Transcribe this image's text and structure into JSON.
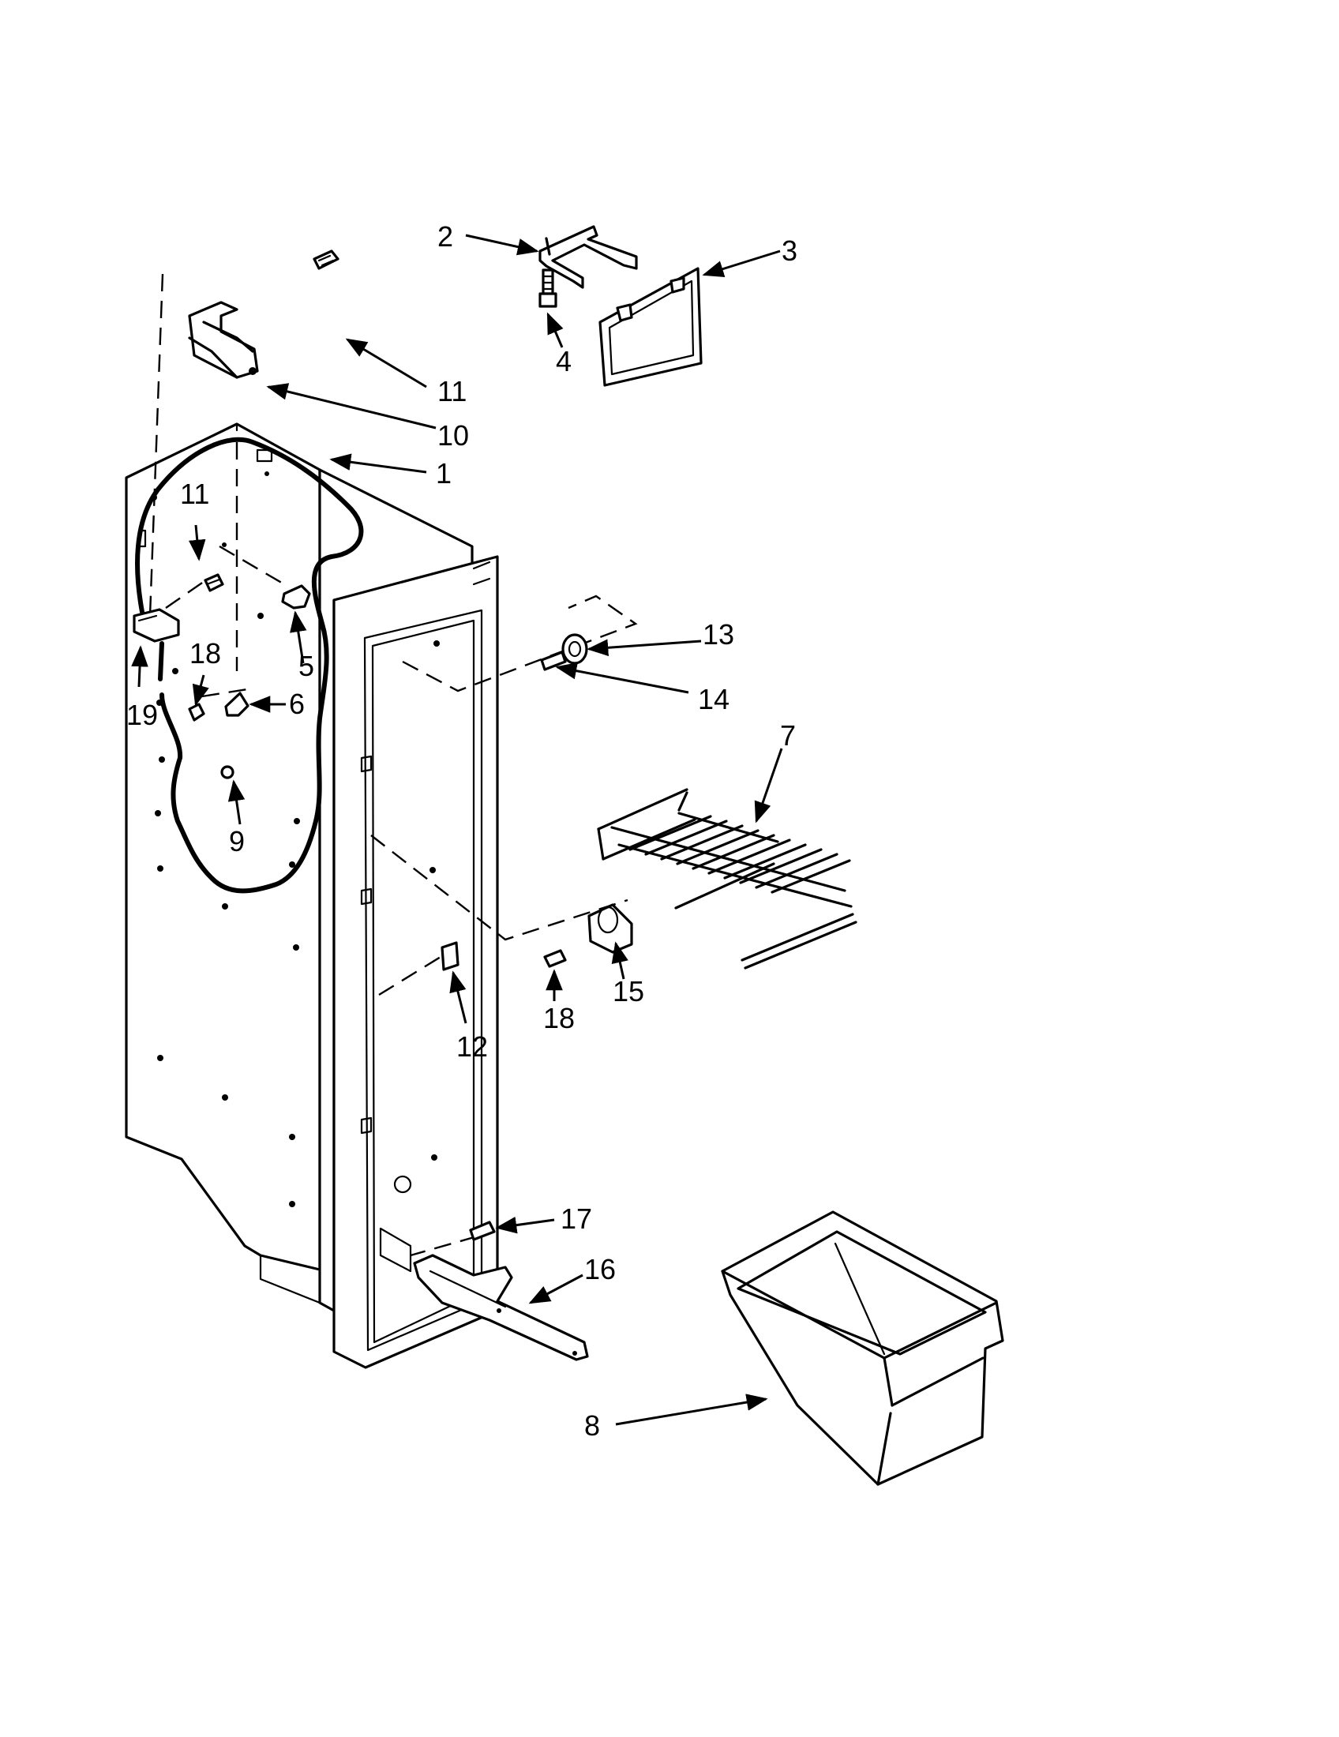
{
  "callouts": {
    "c1": "1",
    "c2": "2",
    "c3": "3",
    "c4": "4",
    "c5": "5",
    "c6": "6",
    "c7": "7",
    "c8": "8",
    "c9": "9",
    "c10": "10",
    "c11a": "11",
    "c11b": "11",
    "c12": "12",
    "c13": "13",
    "c14": "14",
    "c15": "15",
    "c16": "16",
    "c17": "17",
    "c18a": "18",
    "c18b": "18",
    "c19": "19"
  }
}
